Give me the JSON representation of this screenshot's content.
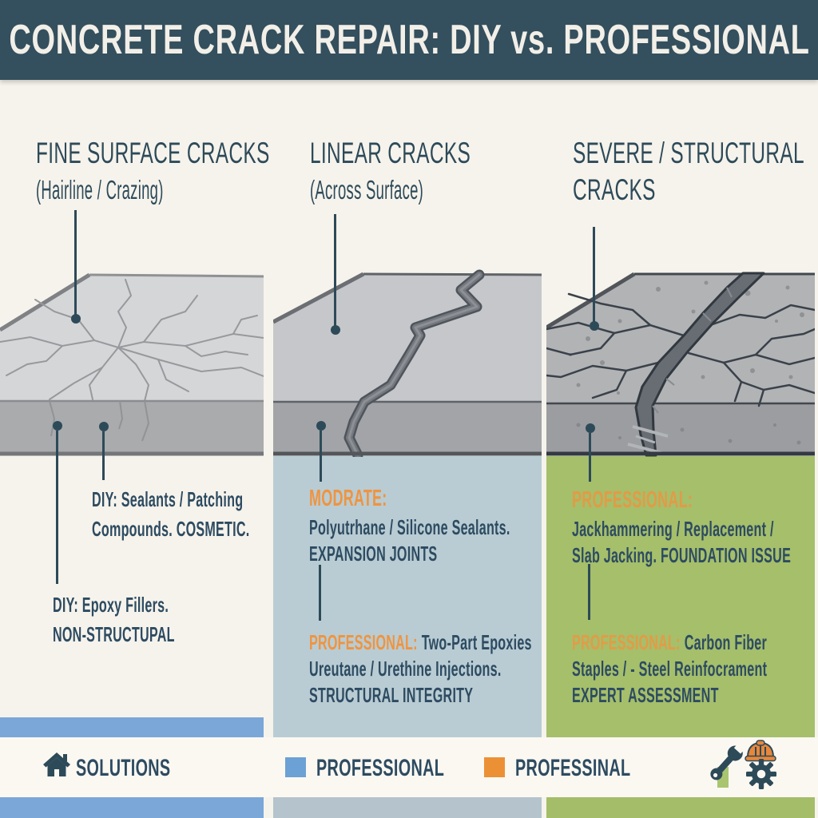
{
  "title": "CONCRETE CRACK REPAIR: DIY vs. PROFESSIONAL",
  "columns": [
    {
      "heading_line1": "FINE SURFACE CRACKS",
      "heading_line2": "(Hairline / Crazing)",
      "note1_line1": "DIY: Sealants / Patching",
      "note1_line2": "Compounds. COSMETIC.",
      "note2_line1": "DIY: Epoxy Fillers.",
      "note2_line2": "NON-STRUCTUPAL"
    },
    {
      "heading_line1": "LINEAR CRACKS",
      "heading_line2": "(Across Surface)",
      "note1_label": "MODRATE:",
      "note1_line1": "Polyutrhane / Silicone Sealants.",
      "note1_line2": "EXPANSION JOINTS",
      "note2_label": "PROFESSIONAL:",
      "note2_inline": "Two-Part Epoxies",
      "note2_line1": "Ureutane / Urethine Injections.",
      "note2_line2": "STRUCTURAL INTEGRITY"
    },
    {
      "heading_line1": "SEVERE / STRUCTURAL",
      "heading_line2": "CRACKS",
      "note1_label": "PROFESSIONAL:",
      "note1_line1": "Jackhammering / Replacement /",
      "note1_line2": "Slab Jacking. FOUNDATION ISSUE",
      "note2_label": "PROFESSIONAL:",
      "note2_inline": "Carbon Fiber",
      "note2_line1": "Staples / - Steel Reinfocrament",
      "note2_line2": "EXPERT ASSESSMENT"
    }
  ],
  "legend": {
    "item1_label": "SOLUTIONS",
    "item2_label": "PROFESSIONAL",
    "item3_label": "PROFESSINAL",
    "item1_icon": "home-icon",
    "tools_icons": "wrench-icon hardhat-icon gear-icon"
  },
  "colors": {
    "header_bg": "#344f5d",
    "heading_text": "#2d4a59",
    "body_text": "#2d4b61",
    "accent_orange": "#ef9440",
    "panel_linear": "#b9ccd3",
    "panel_severe": "#a5bf6b",
    "footer_bar_blue": "#7aa7d8",
    "footer_band_gray_blue": "#b4c3cc",
    "footer_band_green": "#a4bd68",
    "legend_swatch_blue": "#6ba1d4",
    "legend_swatch_orange": "#ec9036",
    "background_cream": "#f6f3ec",
    "footer_strip": "#fbf8f2"
  }
}
